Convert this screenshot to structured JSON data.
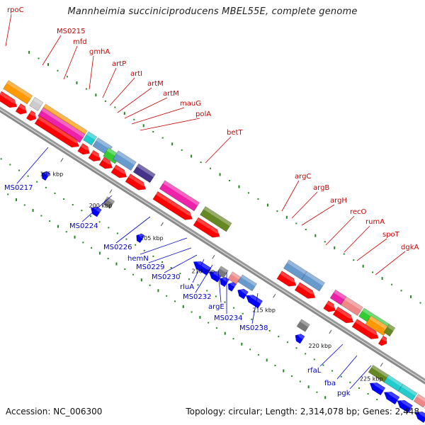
{
  "title": "Mannheimia succiniciproducens MBEL55E, complete genome",
  "footer": {
    "accession": "Accession: NC_006300",
    "summary": "Topology: circular; Length: 2,314,078 bp; Genes: 2,448"
  },
  "colors": {
    "red_label": "#cc0000",
    "blue_label": "#0000cc",
    "backbone": "#888888",
    "gc_dots": "#228822",
    "cds_fwd": "#ff0000",
    "cds_rev": "#0000ff"
  },
  "ticks": [
    {
      "label": "195 kbp"
    },
    {
      "label": "200 kbp"
    },
    {
      "label": "205 kbp"
    },
    {
      "label": "210 kbp"
    },
    {
      "label": "215 kbp"
    },
    {
      "label": "220 kbp"
    },
    {
      "label": "225 kbp"
    }
  ],
  "top_labels": [
    {
      "text": "rpoC"
    },
    {
      "text": "MS0215"
    },
    {
      "text": "mfd"
    },
    {
      "text": "gmhA"
    },
    {
      "text": "artP"
    },
    {
      "text": "artI"
    },
    {
      "text": "artM"
    },
    {
      "text": "artM"
    },
    {
      "text": "mauG"
    },
    {
      "text": "polA"
    },
    {
      "text": "betT"
    },
    {
      "text": "argC"
    },
    {
      "text": "argB"
    },
    {
      "text": "argH"
    },
    {
      "text": "recO"
    },
    {
      "text": "rumA"
    },
    {
      "text": "spoT"
    },
    {
      "text": "dgkA"
    }
  ],
  "bottom_labels": [
    {
      "text": "MS0217"
    },
    {
      "text": "MS0224"
    },
    {
      "text": "MS0226"
    },
    {
      "text": "hemN"
    },
    {
      "text": "MS0229"
    },
    {
      "text": "MS0230"
    },
    {
      "text": "rluA"
    },
    {
      "text": "MS0232"
    },
    {
      "text": "argE"
    },
    {
      "text": "MS0234"
    },
    {
      "text": "MS0238"
    },
    {
      "text": "rfaL"
    },
    {
      "text": "fba"
    },
    {
      "text": "pgk"
    }
  ]
}
